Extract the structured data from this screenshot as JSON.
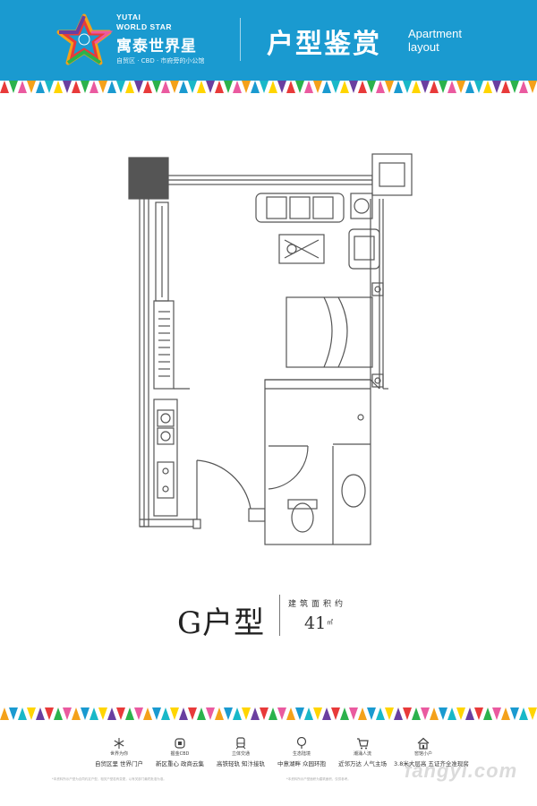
{
  "header": {
    "brand_en_line1": "YUTAI",
    "brand_en_line2": "WORLD STAR",
    "brand_cn": "寓泰世界星",
    "brand_tagline": "自贸区 · CBD · 市府旁的小公馆",
    "title_cn": "户型鉴赏",
    "title_en_line1": "Apartment",
    "title_en_line2": "layout",
    "logo_icon": "star-ribbon-logo",
    "background_color": "#1a9ad0"
  },
  "stripe_colors": [
    "#e83a3a",
    "#f4a11a",
    "#ffd500",
    "#2bb24c",
    "#1a9ad0",
    "#6a3fa0",
    "#ea5aa0",
    "#18b8c8"
  ],
  "plan": {
    "unit_type": "G户型",
    "area_label": "建筑面积约",
    "area_value": "41",
    "area_unit": "㎡",
    "wall_color": "#555555"
  },
  "features": [
    {
      "icon": "snowflake-icon",
      "title": "世界为你",
      "desc": "自贸区里 世界门户"
    },
    {
      "icon": "building-icon",
      "title": "握金CBD",
      "desc": "新区重心 政商云集"
    },
    {
      "icon": "transit-icon",
      "title": "立体交通",
      "desc": "高铁轻轨 知汴接轨"
    },
    {
      "icon": "tree-icon",
      "title": "生态陆境",
      "desc": "中意湖畔 众园环抱"
    },
    {
      "icon": "cart-icon",
      "title": "潮涌人流",
      "desc": "近邻万达 人气主场"
    },
    {
      "icon": "house-icon",
      "title": "窖馆小户",
      "desc": "3.8米大层高 五证齐全准现房"
    }
  ],
  "footer": {
    "disclaimer_left": "*本资料所示户型为合同约定户型，相关户型若有变更，以有关部门最终批准为准。",
    "disclaimer_right": "*本资料所示户型面积为建筑面积，仅供参考。",
    "watermark": "fangyi.com"
  }
}
